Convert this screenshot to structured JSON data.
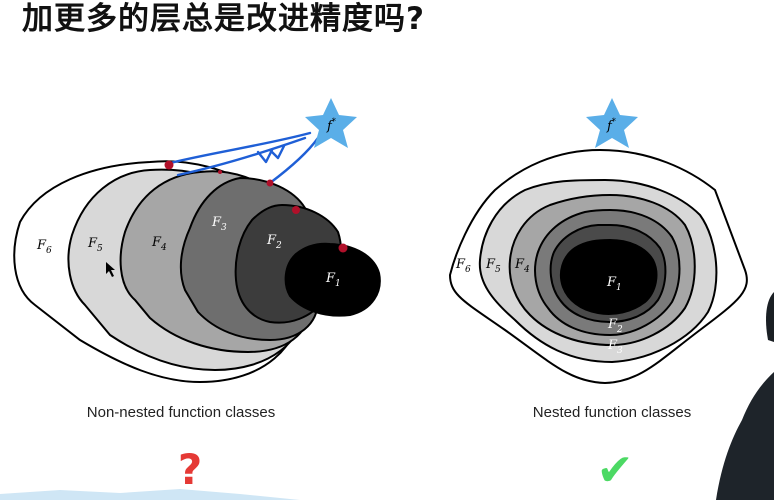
{
  "title": "加更多的层总是改进精度吗?",
  "left_panel": {
    "caption": "Non-nested function classes",
    "target_label": "f",
    "target_sup": "*",
    "classes": [
      {
        "label": "F",
        "sub": "6"
      },
      {
        "label": "F",
        "sub": "5"
      },
      {
        "label": "F",
        "sub": "4"
      },
      {
        "label": "F",
        "sub": "3"
      },
      {
        "label": "F",
        "sub": "2"
      },
      {
        "label": "F",
        "sub": "1"
      }
    ],
    "verdict_mark": "?"
  },
  "right_panel": {
    "caption": "Nested function classes",
    "target_label": "f",
    "target_sup": "*",
    "classes": [
      {
        "label": "F",
        "sub": "6"
      },
      {
        "label": "F",
        "sub": "5"
      },
      {
        "label": "F",
        "sub": "4"
      },
      {
        "label": "F",
        "sub": "1"
      },
      {
        "label": "F",
        "sub": "2"
      },
      {
        "label": "F",
        "sub": "3"
      }
    ],
    "verdict_mark": "✔"
  },
  "colors": {
    "star": "#5aaee8",
    "annotation_ink": "#1f5fd6",
    "annotation_dot": "#b0102a",
    "question": "#e53935",
    "check": "#4cd964"
  }
}
